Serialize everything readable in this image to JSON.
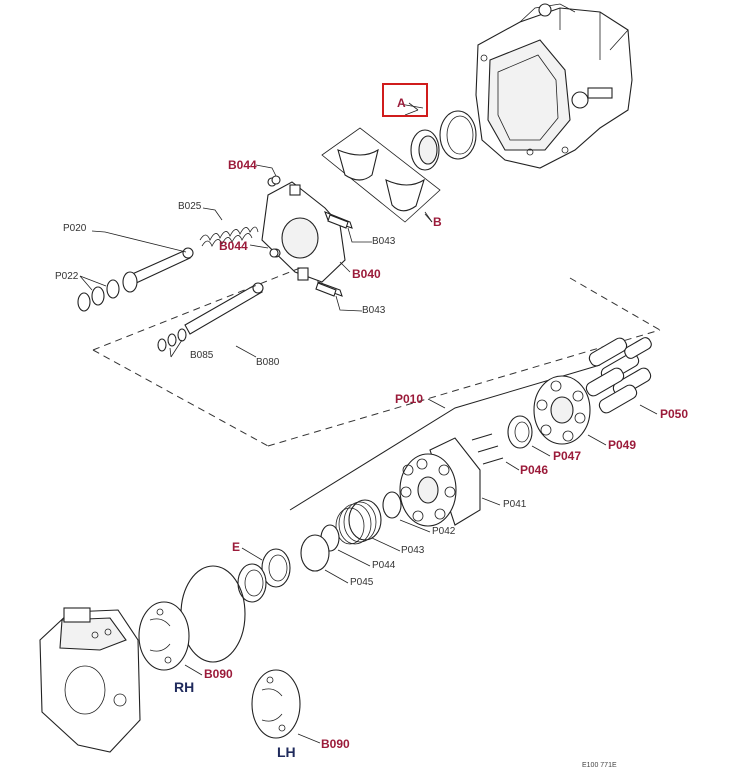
{
  "labels": {
    "A": "A",
    "B": "B",
    "E": "E",
    "B044_top": "B044",
    "B044_mid": "B044",
    "B025": "B025",
    "B043_top": "B043",
    "B043_bottom": "B043",
    "B040": "B040",
    "P020": "P020",
    "P022": "P022",
    "B085": "B085",
    "B080": "B080",
    "P010": "P010",
    "P050": "P050",
    "P049": "P049",
    "P047": "P047",
    "P046": "P046",
    "P041": "P041",
    "P042": "P042",
    "P043": "P043",
    "P044": "P044",
    "P045": "P045",
    "B090_rh": "B090",
    "B090_lh": "B090",
    "RH": "RH",
    "LH": "LH",
    "drawing_number": "E100 771E"
  },
  "colors": {
    "highlight_box": "#d01c1c",
    "part_label": "#9b1b3a",
    "side_label": "#1f2a5c"
  }
}
